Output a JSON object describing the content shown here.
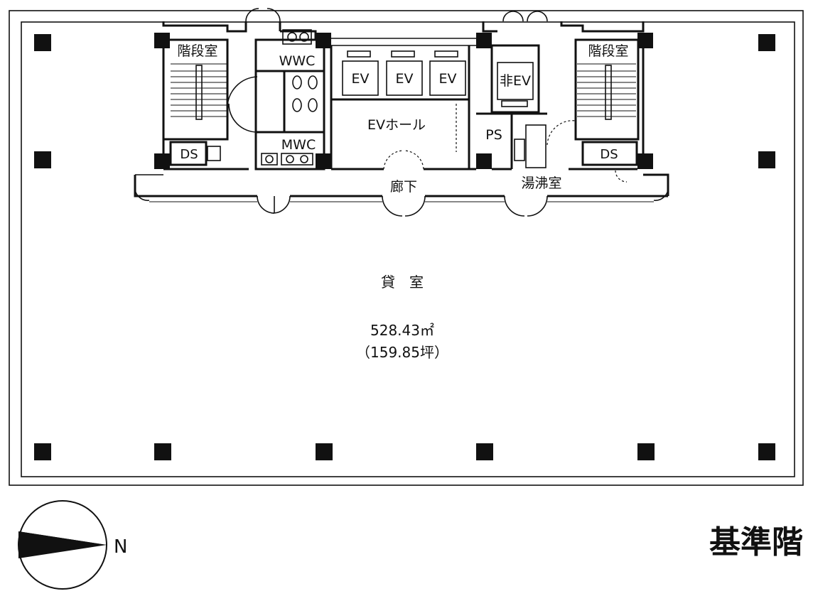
{
  "floor_title": "基準階",
  "compass": {
    "north_label": "N"
  },
  "main_room": {
    "name": "貸　室",
    "area_sqm": "528.43㎡",
    "area_tsubo": "（159.85坪）"
  },
  "rooms": {
    "stair_left": "階段室",
    "stair_right": "階段室",
    "ds_left": "DS",
    "ds_right": "DS",
    "wwc": "WWC",
    "mwc": "MWC",
    "ev1": "EV",
    "ev2": "EV",
    "ev3": "EV",
    "ev_emergency": "非EV",
    "ev_hall": "EVホール",
    "ps": "PS",
    "corridor": "廊下",
    "kitchenette": "湯沸室"
  }
}
